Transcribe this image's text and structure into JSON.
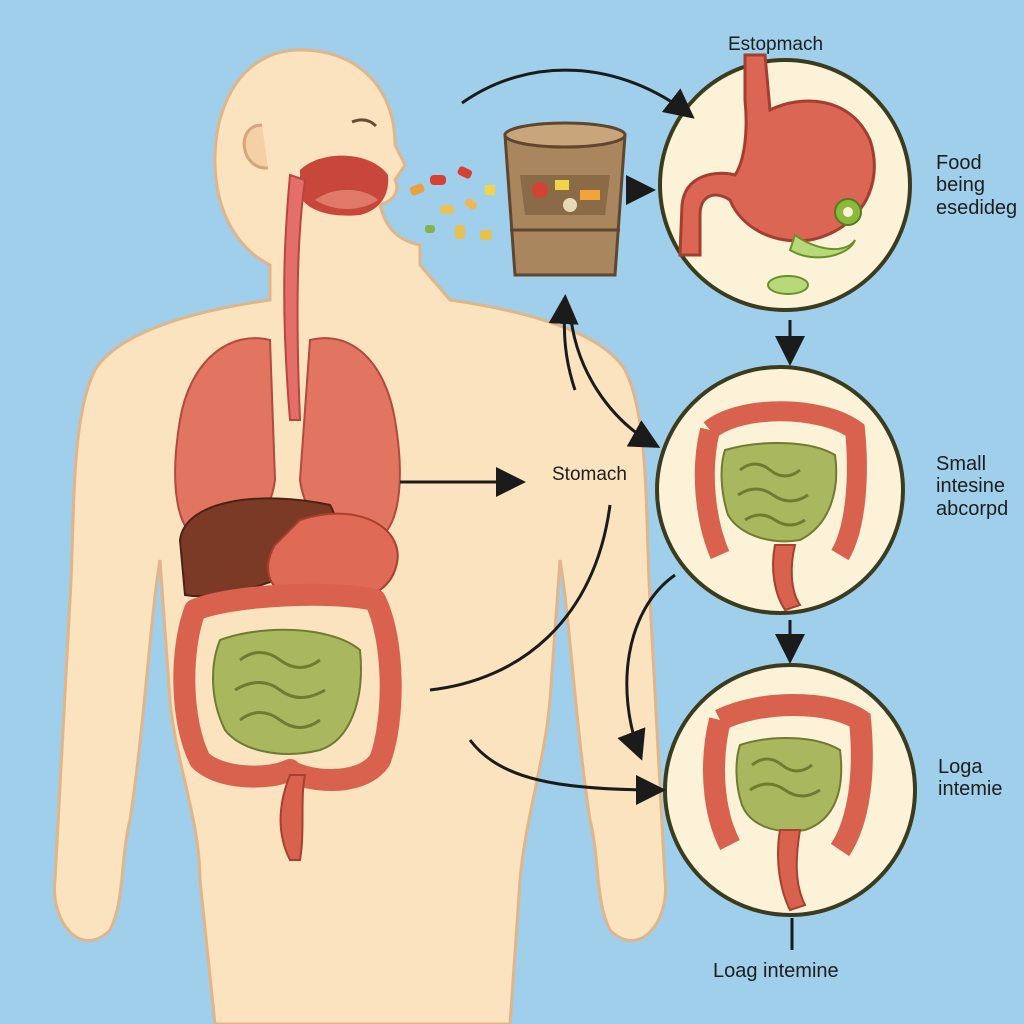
{
  "labels": {
    "top_circle": "Estopmach",
    "food_note": "Food\nbeing\nesedideg",
    "stomach": "Stomach",
    "small_intestine_note": "Small\nintesine\nabcorpd",
    "large_intestine_note": "Loga\nintemie",
    "bottom": "Loag intemine"
  },
  "colors": {
    "background": "#9fcfea",
    "skin": "#fbe3c0",
    "organ_red": "#d9624e",
    "intestine_green": "#a9b85e",
    "liver": "#7b3a26",
    "circle_fill": "#fbf2d7",
    "circle_border": "#3b3b1f",
    "arrow": "#1b1b1b"
  },
  "icons": [
    "food-bin-icon",
    "gear-icon",
    "celery-slice-icon"
  ]
}
